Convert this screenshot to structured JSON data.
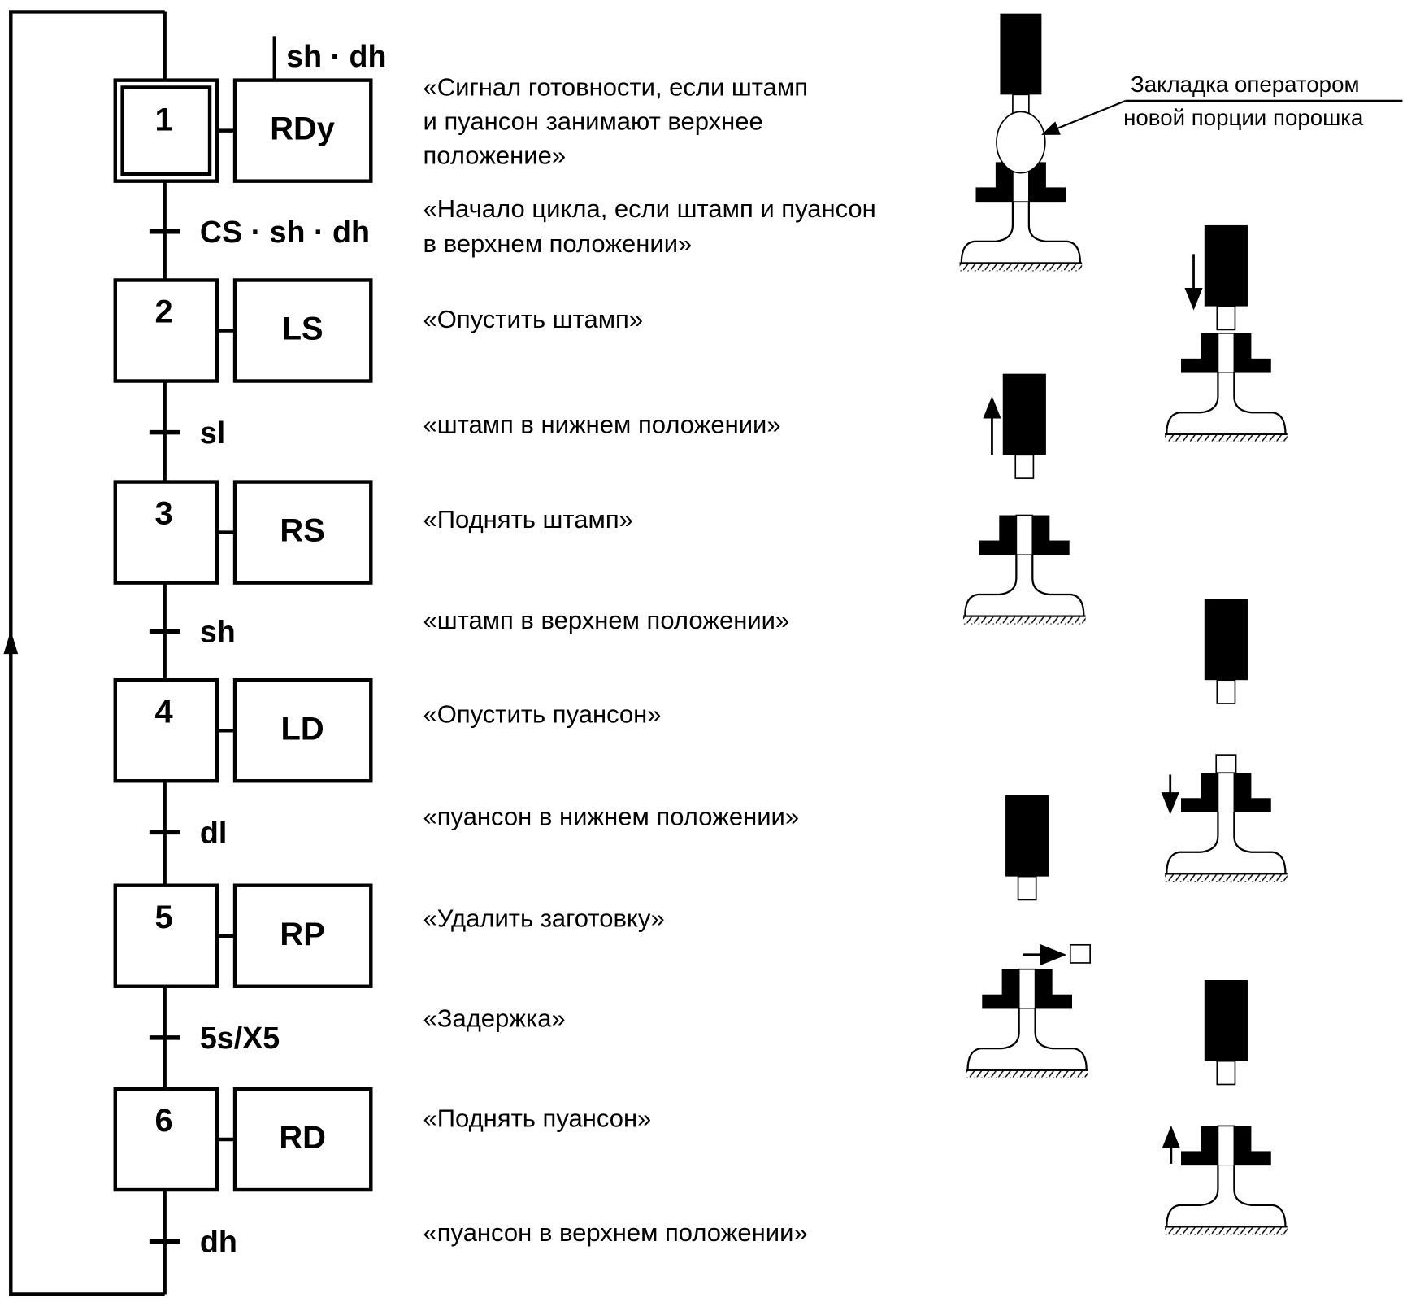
{
  "initial_condition": "sh · dh",
  "steps": [
    {
      "number": "1",
      "action": "RDy",
      "description": [
        "«Сигнал готовности, если штамп",
        "и пуансон занимают верхнее",
        "положение»"
      ]
    },
    {
      "number": "2",
      "action": "LS",
      "description": [
        "«Опустить штамп»"
      ]
    },
    {
      "number": "3",
      "action": "RS",
      "description": [
        "«Поднять штамп»"
      ]
    },
    {
      "number": "4",
      "action": "LD",
      "description": [
        "«Опустить пуансон»"
      ]
    },
    {
      "number": "5",
      "action": "RP",
      "description": [
        "«Удалить заготовку»"
      ]
    },
    {
      "number": "6",
      "action": "RD",
      "description": [
        "«Поднять пуансон»"
      ]
    }
  ],
  "transitions": [
    {
      "condition": "CS · sh · dh",
      "description": [
        "«Начало цикла, если штамп и пуансон",
        "в верхнем положении»"
      ]
    },
    {
      "condition": "sl",
      "description": [
        "«штамп в нижнем положении»"
      ]
    },
    {
      "condition": "sh",
      "description": [
        "«штамп в верхнем положении»"
      ]
    },
    {
      "condition": "dl",
      "description": [
        "«пуансон в нижнем положении»"
      ]
    },
    {
      "condition": "5s/X5",
      "description": [
        "«Задержка»"
      ]
    },
    {
      "condition": "dh",
      "description": [
        "«пуансон в верхнем положении»"
      ]
    }
  ],
  "annotation": [
    "Закладка оператором",
    "новой порции порошка"
  ]
}
